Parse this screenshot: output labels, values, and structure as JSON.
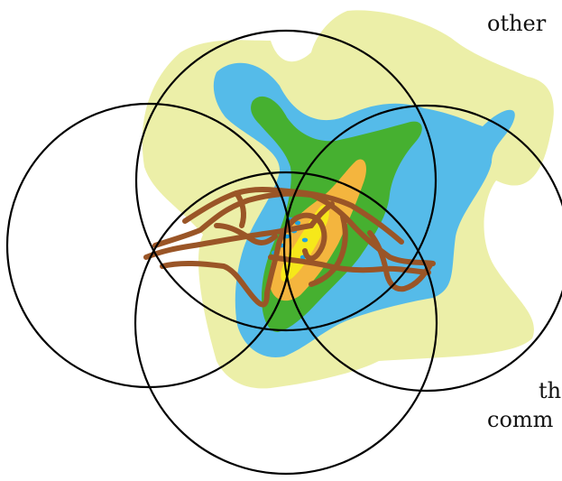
{
  "captions": {
    "top": "other",
    "bottom_line1": "th",
    "bottom_line2": "comm"
  },
  "colors": {
    "zone_outer": "#ecefa8",
    "zone_blue": "#55bbe9",
    "zone_green": "#46b030",
    "zone_orange": "#f4b53e",
    "zone_yellow": "#f6e81a",
    "dots": "#1fa2e0",
    "paths": "#9a5527",
    "circles": "#000000"
  }
}
